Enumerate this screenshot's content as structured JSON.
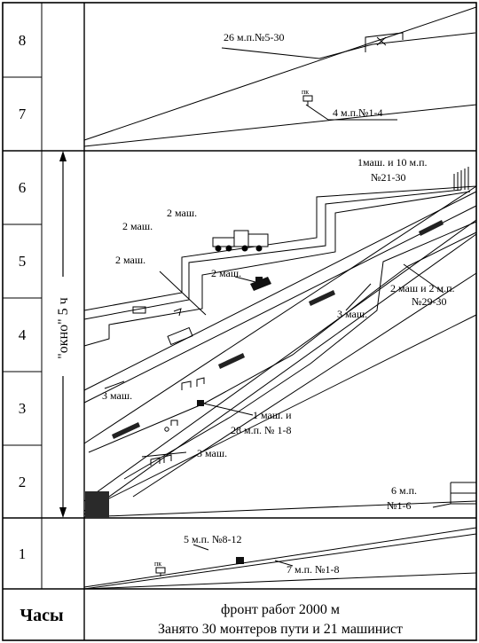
{
  "hours": [
    "1",
    "2",
    "3",
    "4",
    "5",
    "6",
    "7",
    "8"
  ],
  "footer": {
    "axis_label": "Часы",
    "line1": "фронт работ 2000 м",
    "line2": "Занято 30 монтеров пути и 21 машинист"
  },
  "window_label": "\"окно\" 5 ч",
  "labels": {
    "t8": "26 м.п.№5-30",
    "t7": "4 м.п.№1-4",
    "t6a": "1маш. и 10 м.п.",
    "t6b": "№21-30",
    "m2a": "2 маш.",
    "m2b": "2 маш.",
    "m2c": "2 маш.",
    "m2d": "2 маш.",
    "m29a": "2 маш и 2 м.п.",
    "m29b": "№29-30",
    "m3a": "3 маш.",
    "m3b": "3 маш.",
    "m3c": "3 маш.",
    "m1a": "1 маш. и",
    "m1b": "28 м.п. № 1-8",
    "p6a": "6 м.п.",
    "p6b": "№1-6",
    "p5": "5 м.п. №8-12",
    "p7": "7 м.п. №1-8",
    "pk1": "пк",
    "pk2": "пк"
  }
}
